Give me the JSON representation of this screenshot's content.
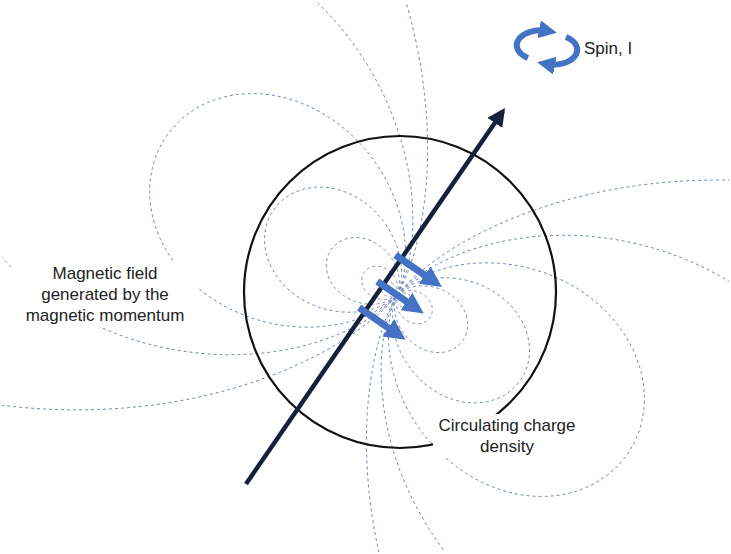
{
  "diagram": {
    "labels": [
      "Spin, I",
      "Magnetic field generated by the magnetic momentum",
      "Circulating charge density"
    ]
  }
}
